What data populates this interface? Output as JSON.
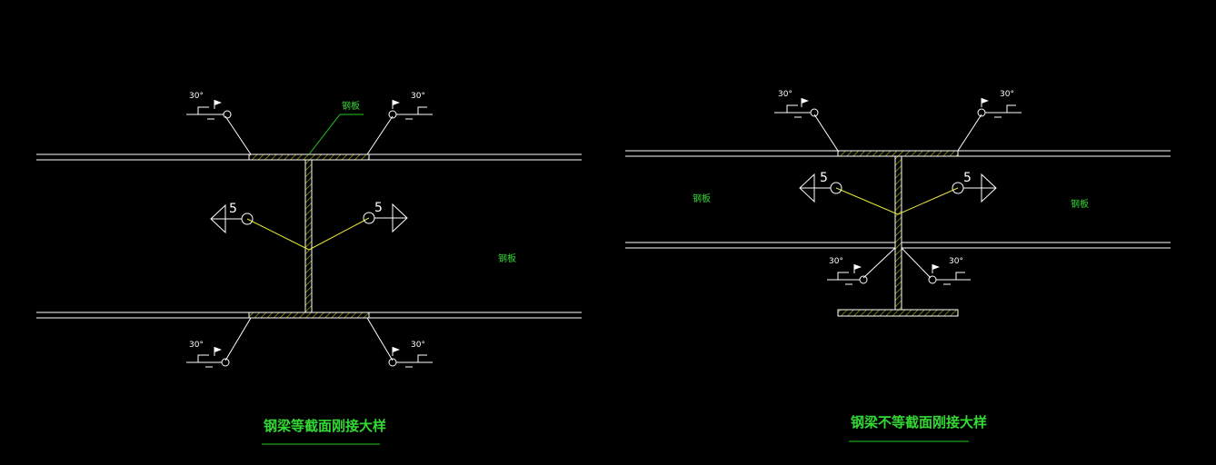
{
  "drawing_1": {
    "title": "钢梁等截面刚接大样",
    "label_steel_top": "钢板",
    "label_steel_side": "钢板",
    "weld_size": "5",
    "bevel_angle": "30°"
  },
  "drawing_2": {
    "title": "钢梁不等截面刚接大样",
    "label_left": "钢板",
    "label_right": "钢板",
    "weld_size": "5",
    "bevel_angle": "30°"
  },
  "colors": {
    "background": "#000000",
    "lines": "#ffffff",
    "leaders": "#e8e83a",
    "annotations": "#22c822"
  }
}
